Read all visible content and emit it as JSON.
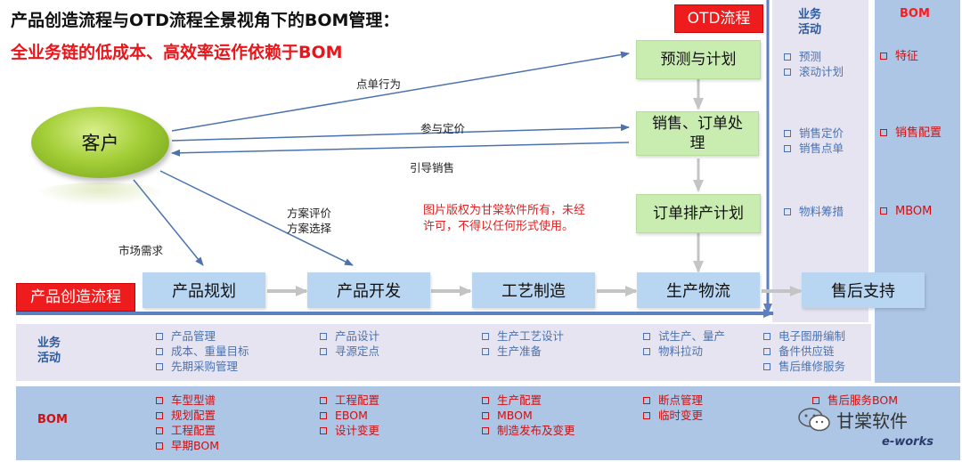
{
  "title_line1": "产品创造流程与OTD流程全景视角下的BOM管理：",
  "title_line2": "全业务链的低成本、高效率运作依赖于BOM",
  "otd_label": "OTD流程",
  "pc_label": "产品创造流程",
  "customer": "客户",
  "otd_steps": [
    "预测与计划",
    "销售、订单处理",
    "订单排产计划"
  ],
  "pc_steps": [
    "产品规划",
    "产品开发",
    "工艺制造",
    "生产物流",
    "售后支持"
  ],
  "arrow_labels": {
    "order": "点单行为",
    "pricing": "参与定价",
    "guide": "引导销售",
    "evaluate1": "方案评价",
    "evaluate2": "方案选择",
    "market": "市场需求"
  },
  "copyright": [
    "图片版权为甘棠软件所有，未经",
    "许可，不得以任何形式使用。"
  ],
  "right_activity_header": [
    "业务",
    "活动"
  ],
  "right_bom_header": "BOM",
  "right_rows": [
    {
      "activities": [
        "预测",
        "滚动计划"
      ],
      "bom": [
        "特征"
      ]
    },
    {
      "activities": [
        "销售定价",
        "销售点单"
      ],
      "bom": [
        "销售配置"
      ]
    },
    {
      "activities": [
        "物料筹措"
      ],
      "bom": [
        "MBOM"
      ]
    }
  ],
  "bottom_activity_header": [
    "业务",
    "活动"
  ],
  "bottom_bom_header": "BOM",
  "bottom_activities": [
    [
      "产品管理",
      "成本、重量目标",
      "先期采购管理"
    ],
    [
      "产品设计",
      "寻源定点"
    ],
    [
      "生产工艺设计",
      "生产准备"
    ],
    [
      "试生产、量产",
      "物料拉动"
    ],
    [
      "电子图册编制",
      "备件供应链",
      "售后维修服务"
    ]
  ],
  "bottom_bom": [
    [
      "车型型谱",
      "规划配置",
      "工程配置",
      "早期BOM"
    ],
    [
      "工程配置",
      "EBOM",
      "设计变更"
    ],
    [
      "生产配置",
      "MBOM",
      "制造发布及变更"
    ],
    [
      "断点管理",
      "临时变更"
    ],
    [
      "售后服务BOM"
    ]
  ],
  "watermark": "甘棠软件",
  "watermark_brand": "e-works",
  "colors": {
    "title_red": "#e8161b",
    "label_red": "#ee1c1c",
    "green_box": "#c9ecb0",
    "blue_box": "#b8d5f1",
    "arrow_blue": "#4a72b0",
    "flow_line": "#5b7fc1",
    "panel_lavender": "#e6e4f1",
    "panel_blue": "#adc6e6"
  }
}
